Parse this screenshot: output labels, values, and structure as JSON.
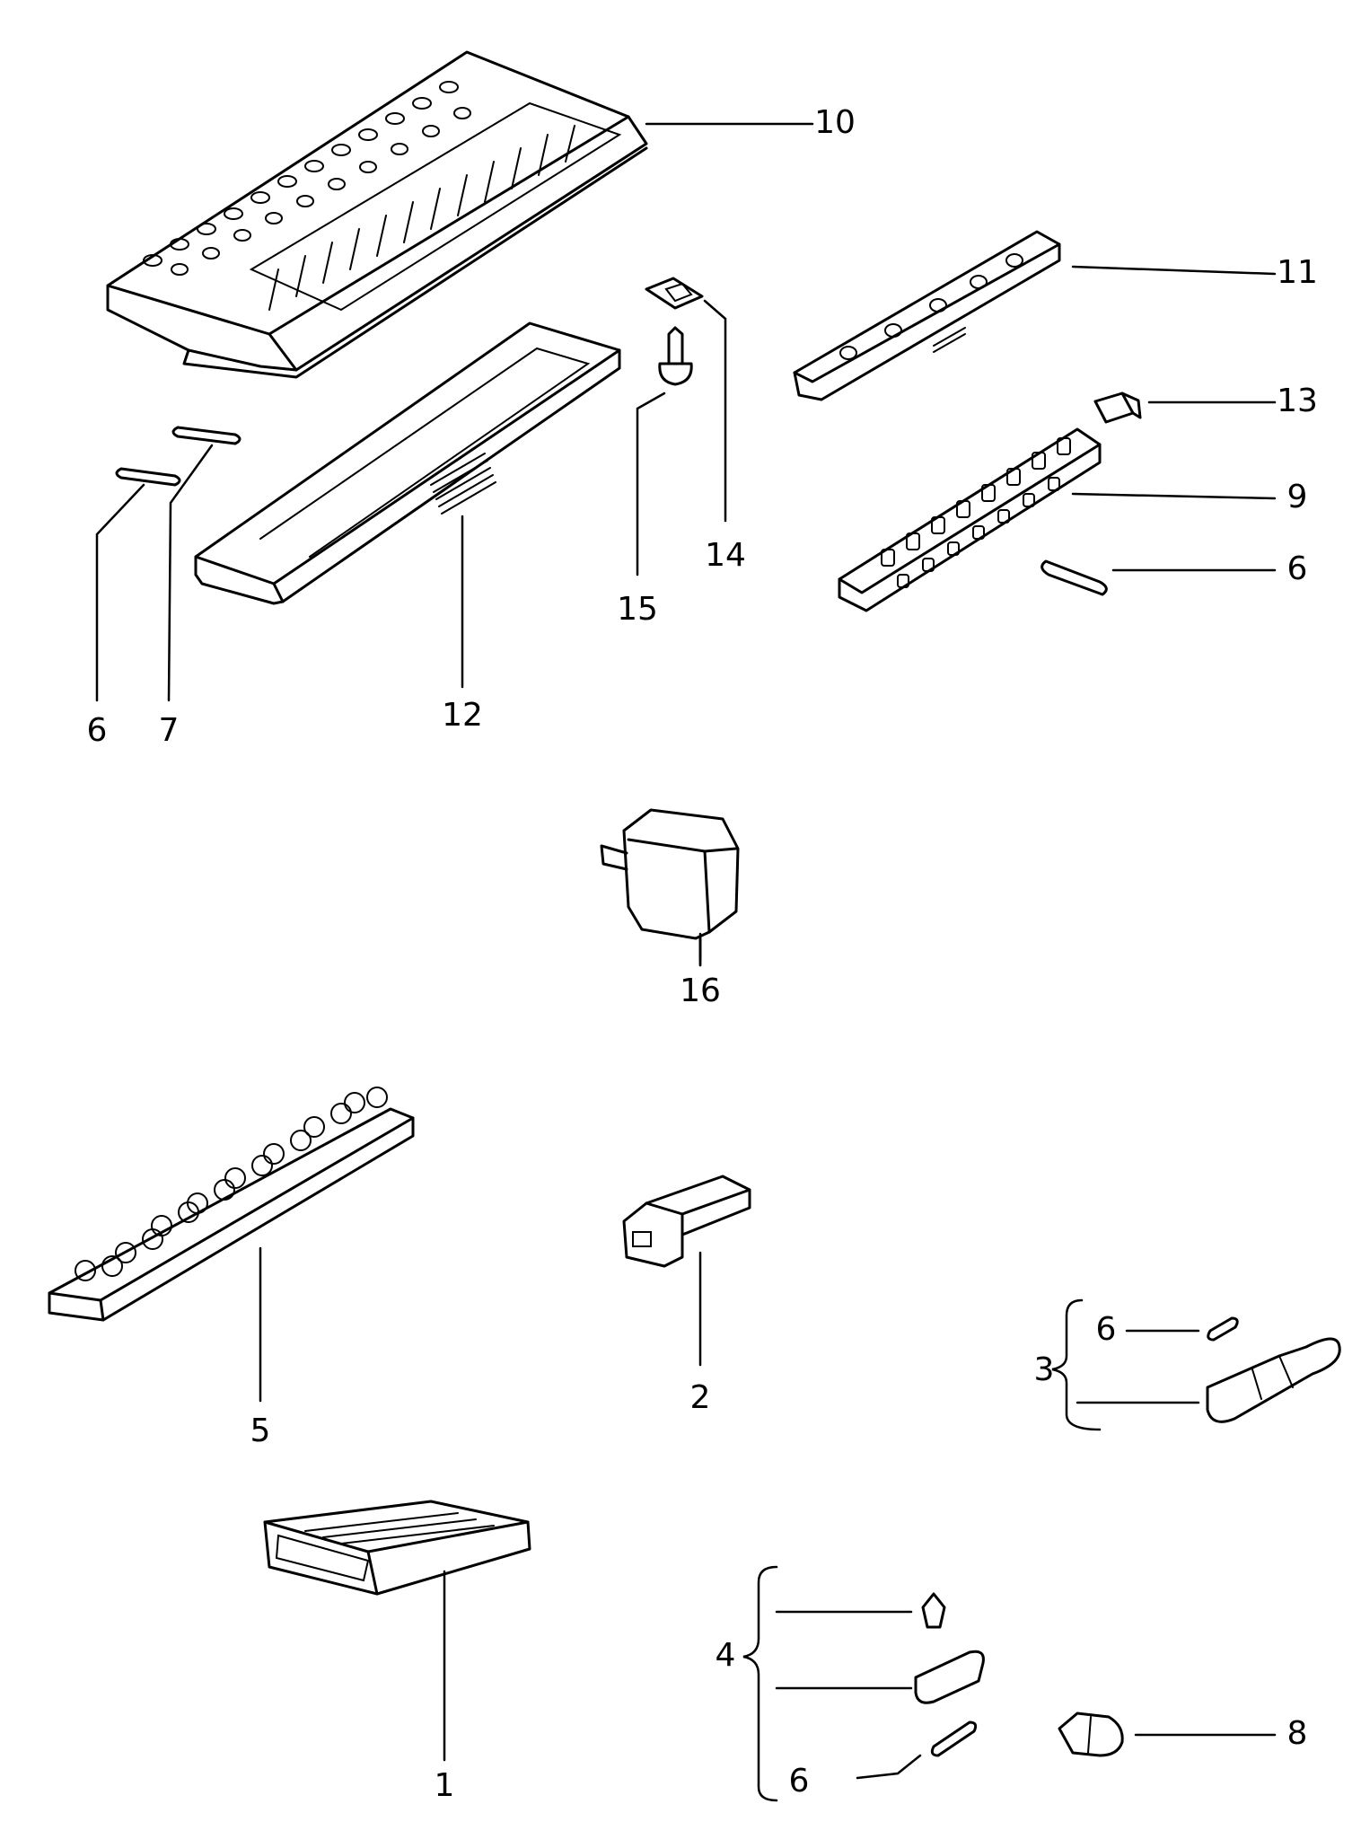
{
  "labels": {
    "p10": "10",
    "p11": "11",
    "p13": "13",
    "p9": "9",
    "p6_r": "6",
    "p14": "14",
    "p15": "15",
    "p12": "12",
    "p6_l": "6",
    "p7": "7",
    "p16": "16",
    "p5": "5",
    "p2": "2",
    "p3": "3",
    "p6_3": "6",
    "p1": "1",
    "p4": "4",
    "p6_4": "6",
    "p8": "8"
  }
}
